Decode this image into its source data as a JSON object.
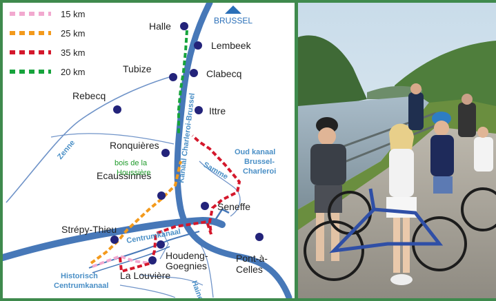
{
  "legend": [
    {
      "label": "15 km",
      "color": "#f2a9cf"
    },
    {
      "label": "25 km",
      "color": "#f39a1c"
    },
    {
      "label": "35 km",
      "color": "#d4182c"
    },
    {
      "label": "20 km",
      "color": "#16a33c"
    }
  ],
  "compass_label": "BRUSSEL",
  "places": {
    "halle": "Halle",
    "lembeek": "Lembeek",
    "tubize": "Tubize",
    "clabecq": "Clabecq",
    "rebecq": "Rebecq",
    "ittre": "Ittre",
    "ronquieres": "Ronquières",
    "ecaussinnes": "Ecaussinnes",
    "seneffe": "Seneffe",
    "strepy": "Strépy-Thieu",
    "houdeng1": "Houdeng-",
    "houdeng2": "Goegnies",
    "pont1": "Pont-à-",
    "pont2": "Celles",
    "la_louviere": "La Louvière"
  },
  "waterways": {
    "canal_main": "Kanaal Charleroi-Brussel",
    "zenne": "Zenne",
    "samme": "Samme",
    "oud1": "Oud kanaal",
    "oud2": "Brussel-",
    "oud3": "Charleroi",
    "centrum": "Centrumkanaal",
    "hist1": "Historisch",
    "hist2": "Centrumkanaal",
    "haine": "Haine"
  },
  "forest1": "bois de la",
  "forest2": "Houssière",
  "colors": {
    "canal": "#4778b8",
    "river": "#5a88c2",
    "town": "#23237a",
    "frame": "#3f8a4d"
  }
}
